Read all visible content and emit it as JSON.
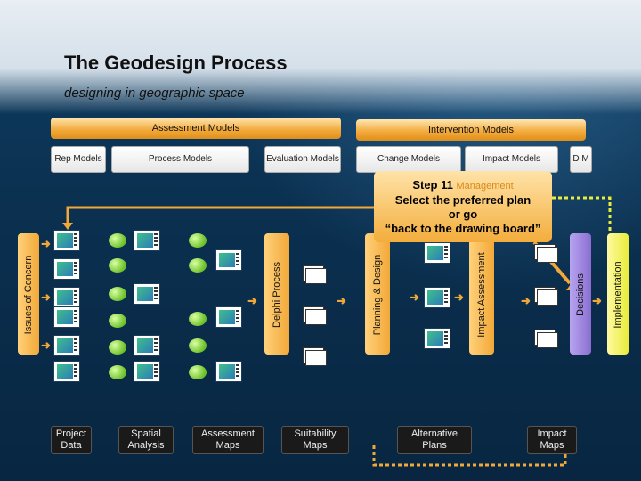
{
  "slide": {
    "title": "The Geodesign Process",
    "subtitle": "designing in geographic space"
  },
  "headers": {
    "assessment": "Assessment Models",
    "intervention": "Intervention Models"
  },
  "sub_models": {
    "rep": "Rep Models",
    "process": "Process Models",
    "evaluation": "Evaluation Models",
    "change": "Change Models",
    "impact": "Impact Models",
    "decision": "D M"
  },
  "vertical_labels": {
    "issues": "Issues of Concern",
    "delphi": "Delphi Process",
    "planning": "Planning & Design",
    "impact_assessment": "Impact Assessment",
    "decisions": "Decisions",
    "implementation": "Implementation"
  },
  "callout": {
    "step": "Step 11",
    "hidden_text": "Management",
    "line1": "Select the preferred plan",
    "line2": "or go",
    "line3": "“back to the drawing board”"
  },
  "bottom_labels": {
    "project_data": "Project Data",
    "spatial_analysis": "Spatial Analysis",
    "assessment_maps": "Assessment Maps",
    "suitability_maps": "Suitability Maps",
    "alternative_plans": "Alternative Plans",
    "impact_maps": "Impact Maps"
  },
  "colors": {
    "orange": "#f2a838",
    "panel_orange": "#f6b24a",
    "purple": "#8a6fd1",
    "dashed_yellow": "#e8ec3a"
  }
}
